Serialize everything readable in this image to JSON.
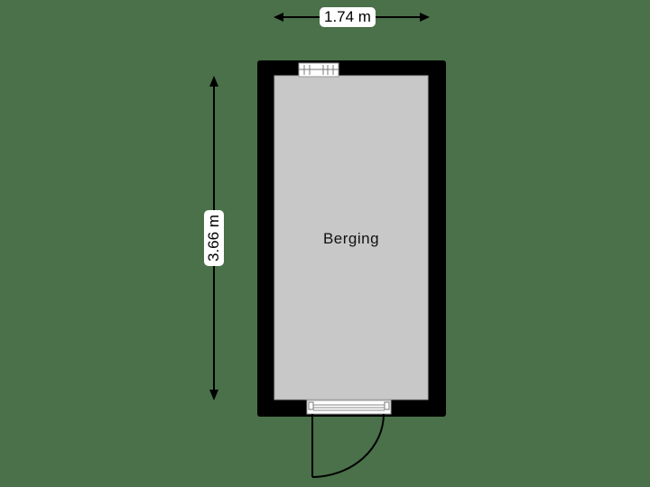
{
  "floorplan": {
    "rooms": [
      {
        "name": "Berging"
      }
    ],
    "dimensions": {
      "width": "1.74 m",
      "height": "3.66 m"
    },
    "colors": {
      "background": "#4a7149",
      "wall": "#000000",
      "floor": "#c8c8c8",
      "label_bg": "#ffffff"
    }
  }
}
